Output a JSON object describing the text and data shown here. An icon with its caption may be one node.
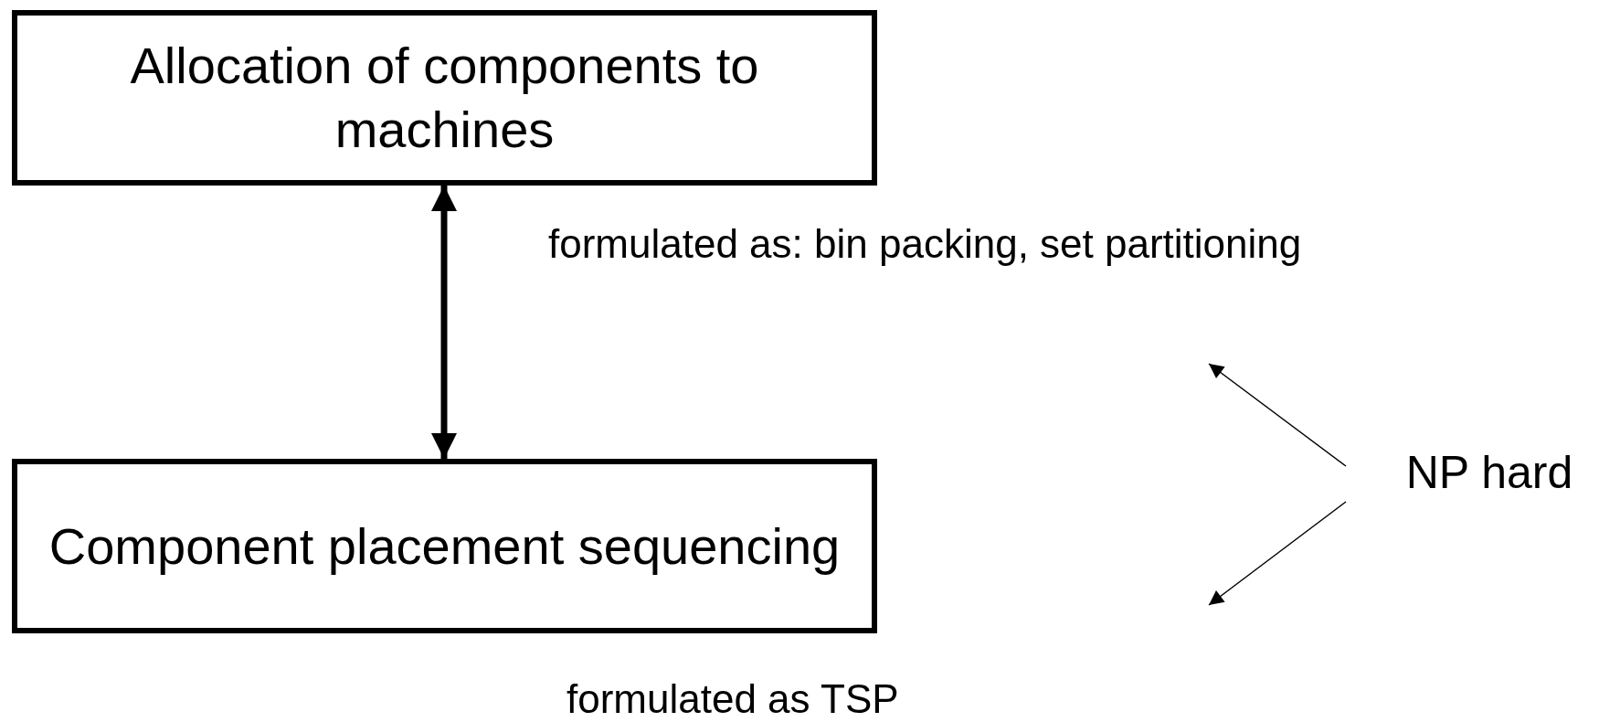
{
  "diagram": {
    "nodes": [
      {
        "text": [
          "Allocation of components to machines"
        ]
      },
      {
        "text": [
          "Component placement sequencing"
        ]
      },
      {
        "text": [
          "NP hard"
        ]
      }
    ],
    "edges": [
      {
        "from": 0,
        "to": 1,
        "arrow": "both",
        "style": "thick"
      },
      {
        "from": 2,
        "to": null,
        "arrow": "to"
      },
      {
        "from": 2,
        "to": null,
        "arrow": "to"
      }
    ],
    "labels": [
      "formulated as: bin packing, set partitioning",
      "formulated as TSP"
    ]
  }
}
